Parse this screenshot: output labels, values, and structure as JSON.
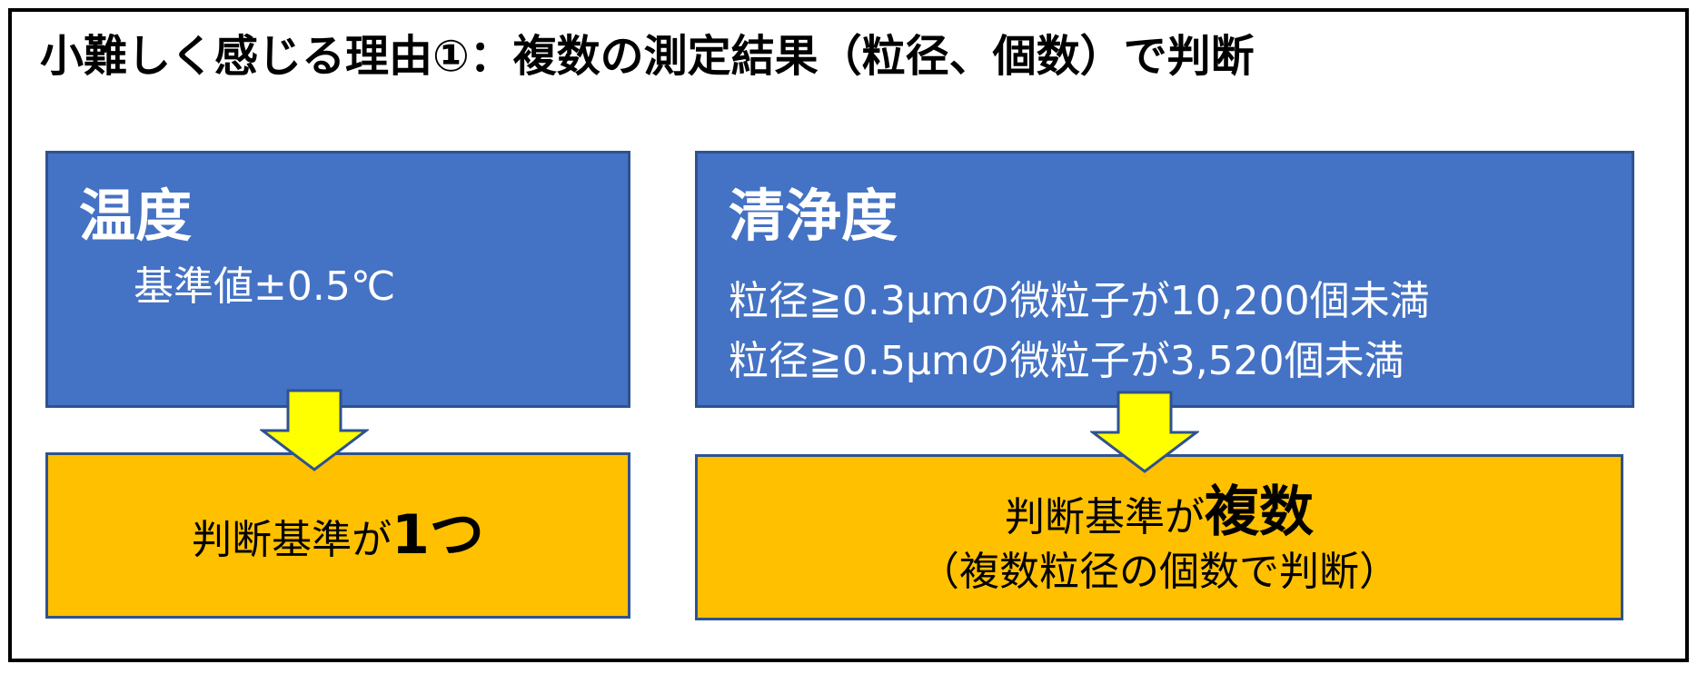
{
  "title": "小難しく感じる理由①：複数の測定結果（粒径、個数）で判断",
  "left": {
    "heading": "温度",
    "criterion": "基準値±0.5℃",
    "result_prefix": "判断基準が",
    "result_emphasis": "1つ"
  },
  "right": {
    "heading": "清浄度",
    "criteria": [
      "粒径≧0.3μmの微粒子が10,200個未満",
      "粒径≧0.5μmの微粒子が3,520個未満"
    ],
    "result_prefix": "判断基準が",
    "result_emphasis": "複数",
    "result_note": "（複数粒径の個数で判断）"
  },
  "colors": {
    "blue_box": "#4472c4",
    "blue_border": "#2f528f",
    "orange_box": "#ffc000",
    "arrow_fill": "#ffff00"
  },
  "icons": {
    "arrow": "down-arrow-icon"
  }
}
